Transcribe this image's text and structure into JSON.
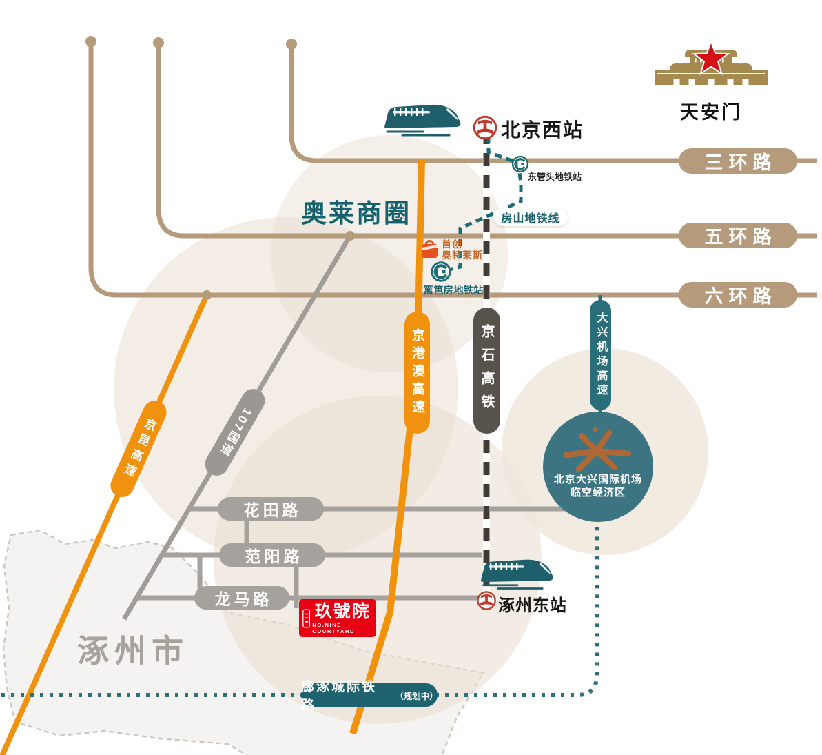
{
  "landmarks": {
    "tiananmen": "天安门",
    "aolai_district": "奥莱商圈",
    "zhuozhou_city": "涿州市"
  },
  "stations": {
    "beijing_west": "北京西站",
    "dongguantou_metro": "东管头地铁站",
    "libafang_metro": "篱笆房地铁站",
    "zhuozhou_east": "涿州东站"
  },
  "rails": {
    "fangshan_metro_line": "房山地铁线",
    "jingshi_hsr": "京石高铁",
    "langzhuo_intercity": "廊涿城际铁路",
    "langzhuo_status": "（规划中）"
  },
  "roads": {
    "ring3": "三环路",
    "ring5": "五环路",
    "ring6": "六环路",
    "jinggangao_expwy": "京港澳高速",
    "jingkun_expwy": "京昆高速",
    "g107": "107国道",
    "daxing_airport_expwy": "大兴机场高速",
    "huatian_rd": "花田路",
    "fanyang_rd": "范阳路",
    "longma_rd": "龙马路"
  },
  "pois": {
    "outlet_name_line1": "首创",
    "outlet_name_line2": "奥特莱斯",
    "airport_zone_line1": "北京大兴国际机场",
    "airport_zone_line2": "临空经济区"
  },
  "project": {
    "name": "玖號院",
    "name_en": "NO.NINE COURTYARD"
  },
  "colors": {
    "ring_tan": "#B59B7B",
    "expwy_orange": "#F0920E",
    "metro_teal": "#1E6B74",
    "intercity_teal": "#1D626E",
    "airport_circle_teal": "#3C7482",
    "local_road_gray": "#A5A19D",
    "hsr_dark": "#57524B",
    "rail_logo_red": "#C23A2C",
    "project_red": "#E60012",
    "outlet_orange": "#E8511F",
    "tiananmen_gold": "#A6894F",
    "star_red": "#D31117"
  }
}
